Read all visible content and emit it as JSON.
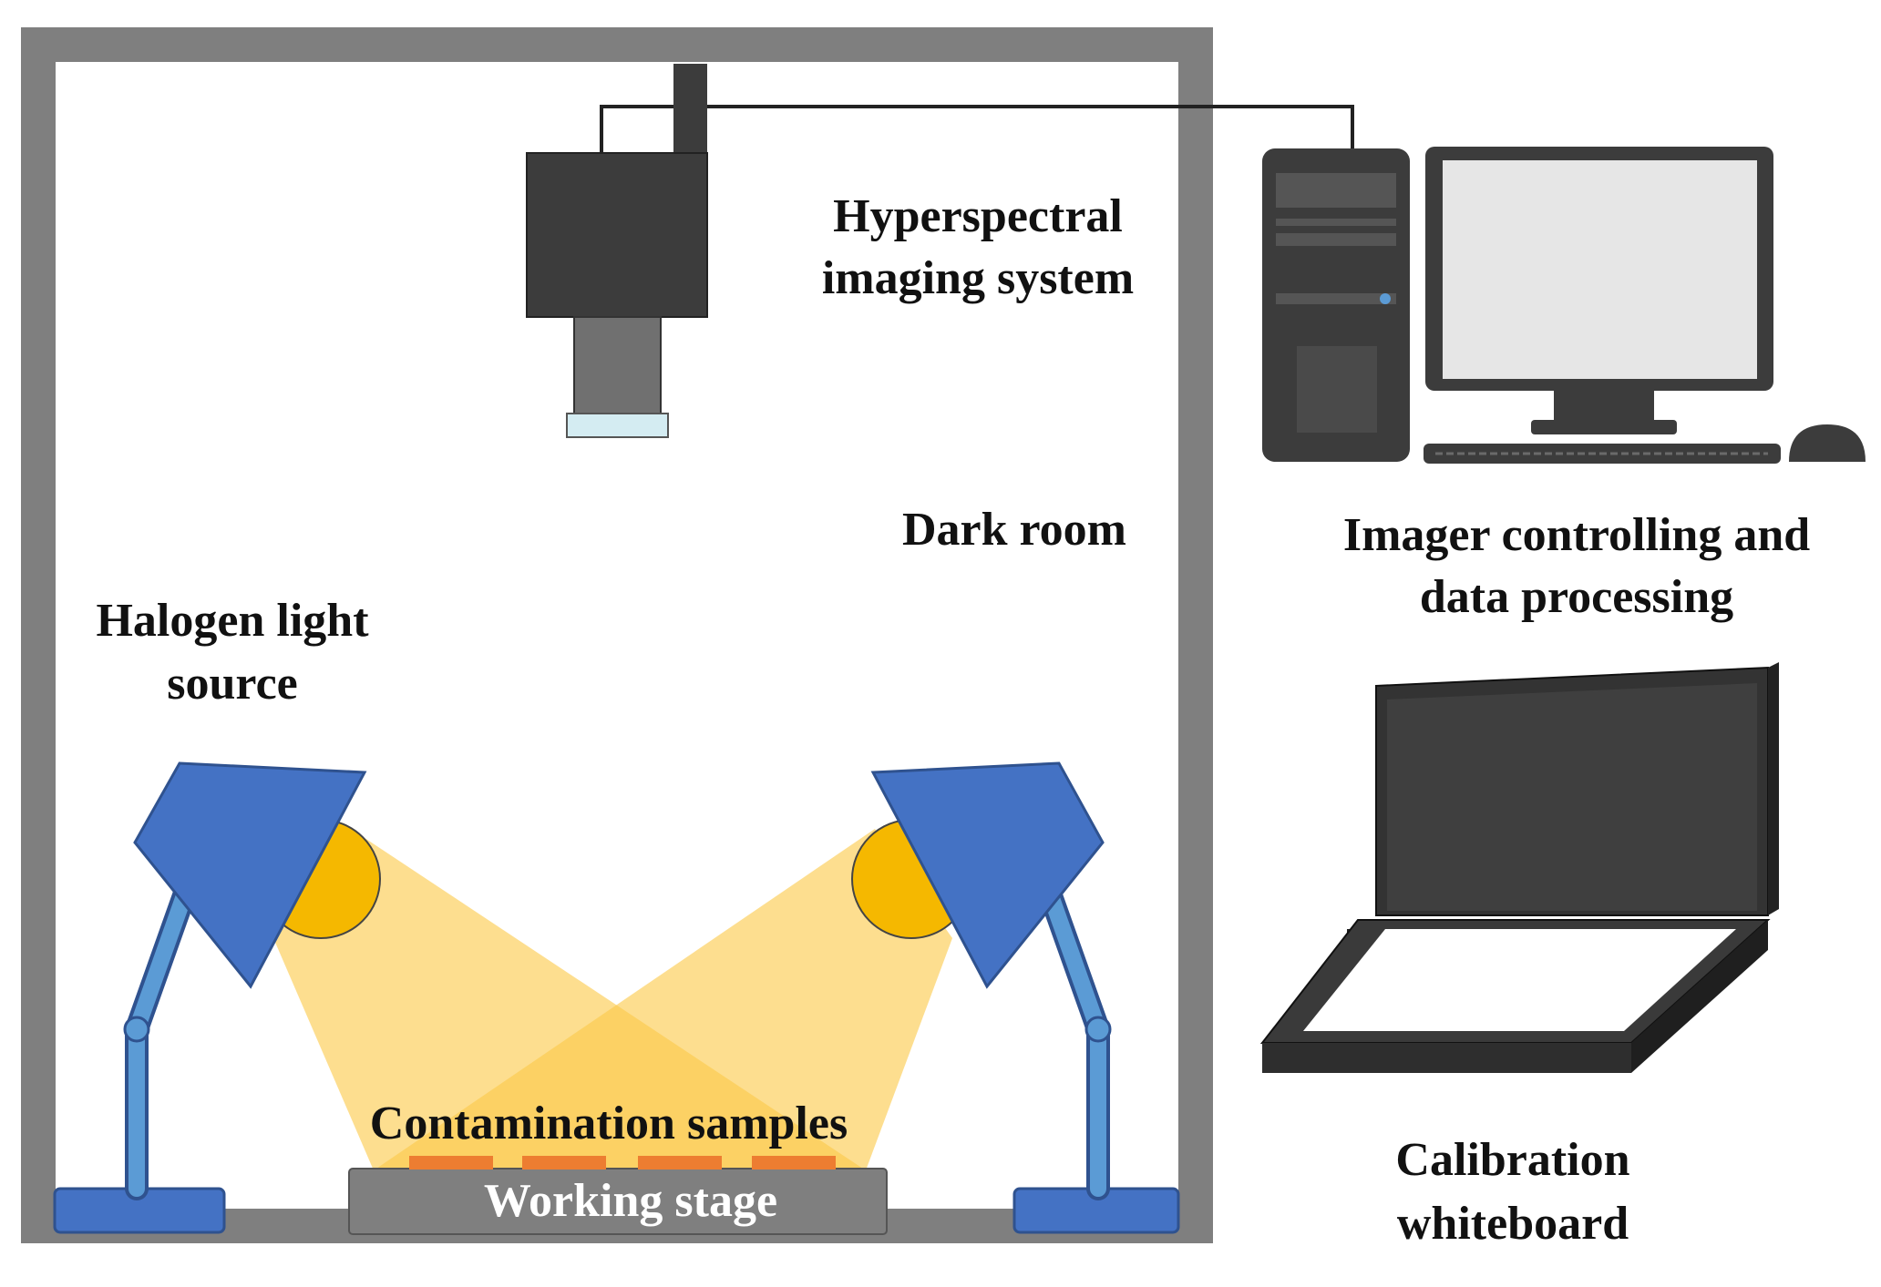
{
  "labels": {
    "hyperspectral_line1": "Hyperspectral",
    "hyperspectral_line2": "imaging system",
    "dark_room": "Dark room",
    "halogen_line1": "Halogen light",
    "halogen_line2": "source",
    "computer_line1": "Imager controlling and",
    "computer_line2": "data processing",
    "samples": "Contamination samples",
    "stage": "Working stage",
    "whiteboard_line1": "Calibration",
    "whiteboard_line2": "whiteboard"
  },
  "colors": {
    "room_wall": "#7f7f7f",
    "camera_body": "#3c3c3c",
    "camera_lens": "#707070",
    "lens_glass": "#d4ecf2",
    "lamp_blue": "#4472c4",
    "lamp_blue_dark": "#2f528f",
    "lamp_arm": "#5b9bd5",
    "bulb": "#f5b800",
    "light_beam": "#fbc94a",
    "sample": "#ed7d31",
    "stage": "#7f7f7f",
    "computer_dark": "#3c3c3c",
    "monitor_screen": "#e6e6e6",
    "whiteboard_frame": "#3a3a3a"
  }
}
